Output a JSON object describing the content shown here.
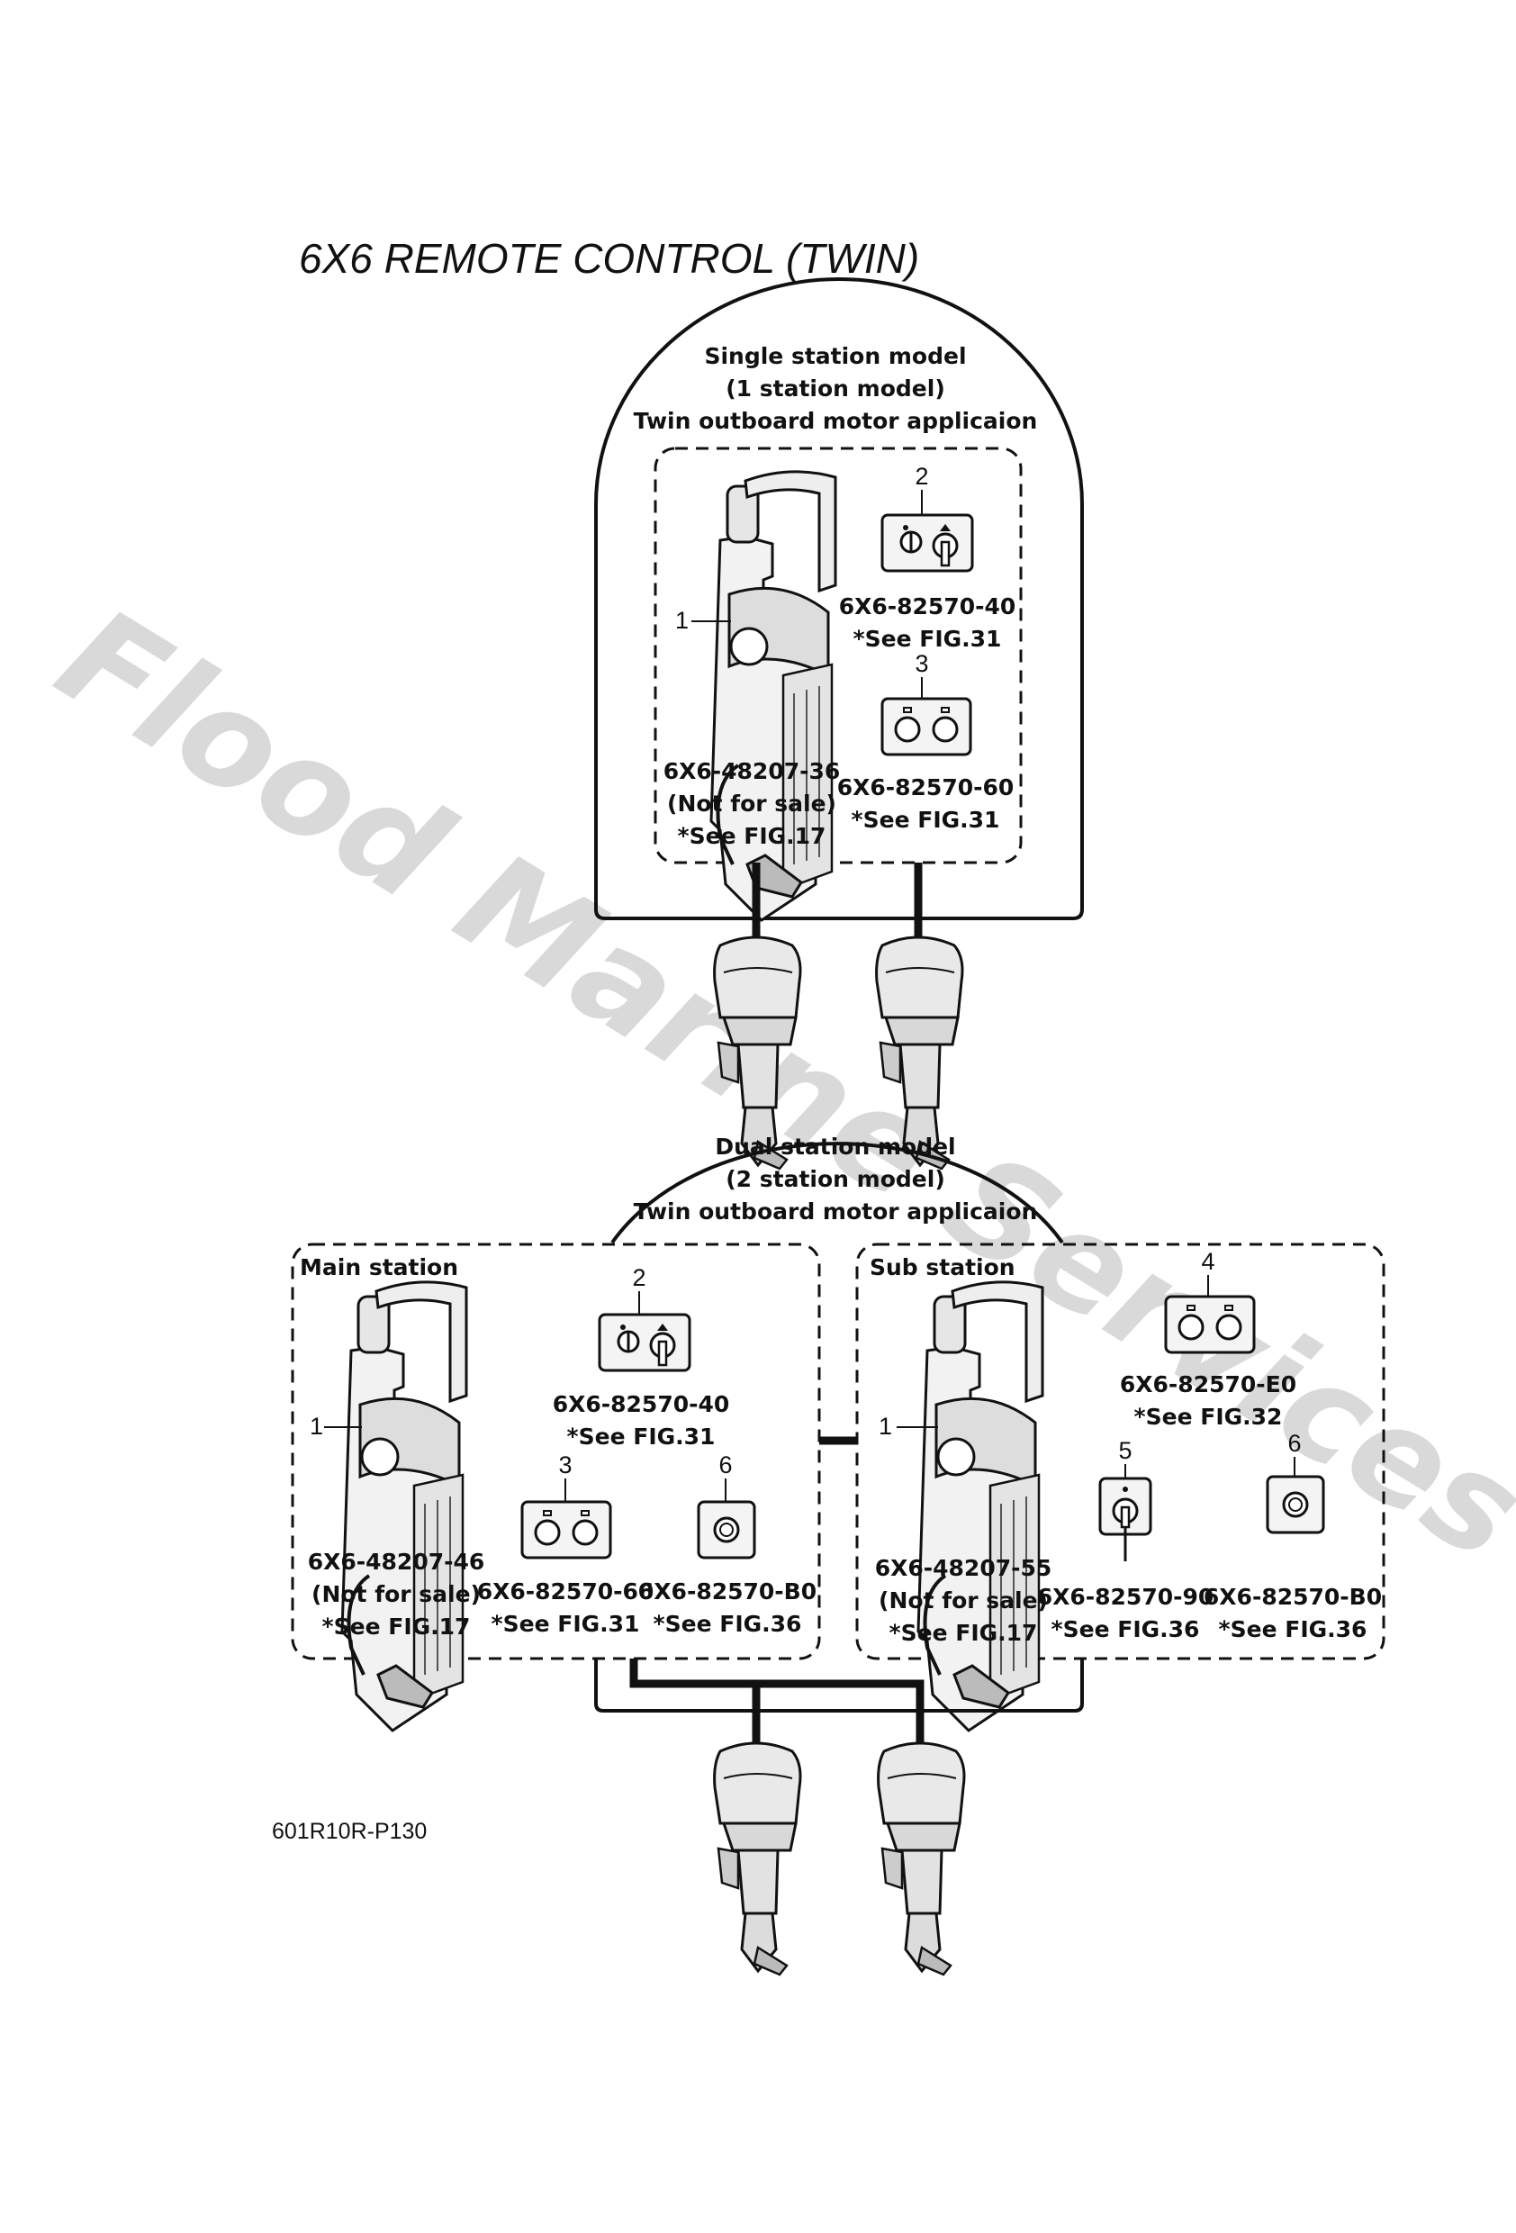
{
  "title": "6X6 REMOTE CONTROL (TWIN)",
  "watermark": "Flood Marine Services",
  "reference_code": "601R10R-P130",
  "single_station": {
    "caption": [
      "Single station model",
      "(1 station model)",
      "Twin outboard motor applicaion"
    ],
    "items": [
      {
        "callout": "1",
        "part_lines": [
          "6X6-48207-36",
          "(Not for sale)",
          "*See FIG.17"
        ]
      },
      {
        "callout": "2",
        "part_lines": [
          "6X6-82570-40",
          "*See FIG.31"
        ]
      },
      {
        "callout": "3",
        "part_lines": [
          "6X6-82570-60",
          "*See FIG.31"
        ]
      }
    ]
  },
  "dual_station": {
    "caption": [
      "Dual station model",
      "(2 station model)",
      "Twin outboard motor applicaion"
    ],
    "main_station": {
      "label": "Main station",
      "items": [
        {
          "callout": "1",
          "part_lines": [
            "6X6-48207-46",
            "(Not for sale)",
            "*See FIG.17"
          ]
        },
        {
          "callout": "2",
          "part_lines": [
            "6X6-82570-40",
            "*See FIG.31"
          ]
        },
        {
          "callout": "3",
          "part_lines": [
            "6X6-82570-60",
            "*See FIG.31"
          ]
        },
        {
          "callout": "6",
          "part_lines": [
            "6X6-82570-B0",
            "*See FIG.36"
          ]
        }
      ]
    },
    "sub_station": {
      "label": "Sub station",
      "items": [
        {
          "callout": "1",
          "part_lines": [
            "6X6-48207-55",
            "(Not for sale)",
            "*See FIG.17"
          ]
        },
        {
          "callout": "4",
          "part_lines": [
            "6X6-82570-E0",
            "*See FIG.32"
          ]
        },
        {
          "callout": "5",
          "part_lines": [
            "6X6-82570-90",
            "*See FIG.36"
          ]
        },
        {
          "callout": "6",
          "part_lines": [
            "6X6-82570-B0",
            "*See FIG.36"
          ]
        }
      ]
    }
  }
}
